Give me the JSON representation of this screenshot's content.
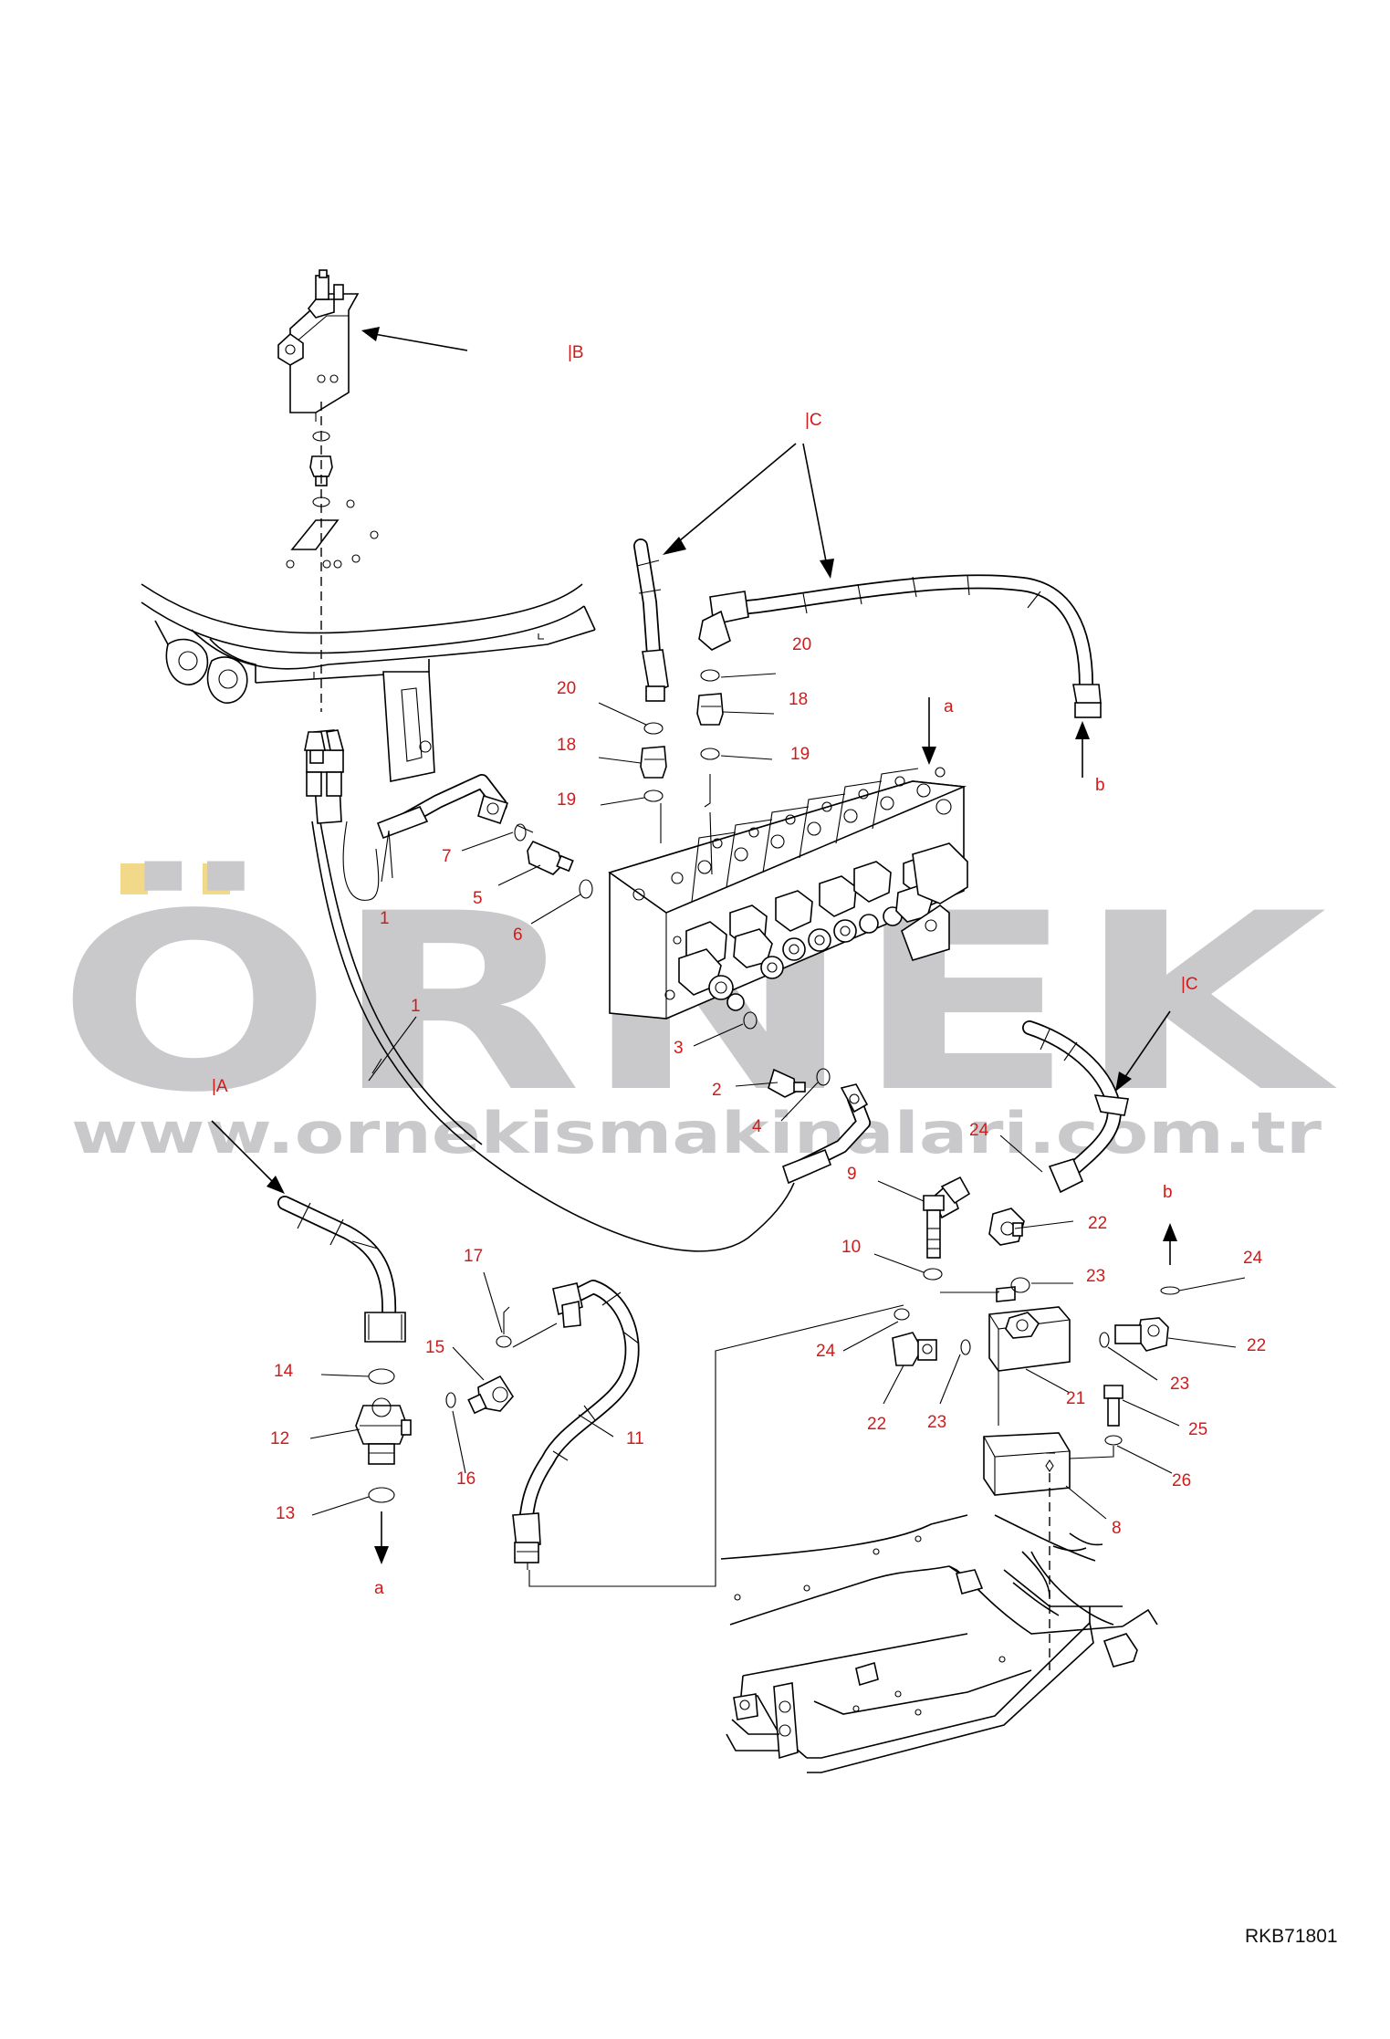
{
  "diagram": {
    "drawing_code": "RKB71801",
    "watermark": {
      "brand": "ÖRNEK",
      "url": "www.ornekismakinalari.com.tr",
      "color": "#c9c9cc",
      "umlaut_color": "#f2d98a"
    },
    "label_color": "#d11a1a",
    "reference_labels": [
      "|B",
      "|C",
      "|C",
      "|A",
      "a",
      "a",
      "b",
      "b"
    ],
    "part_labels": [
      "1",
      "1",
      "2",
      "3",
      "4",
      "5",
      "6",
      "7",
      "8",
      "9",
      "10",
      "11",
      "12",
      "13",
      "14",
      "15",
      "16",
      "17",
      "18",
      "18",
      "19",
      "19",
      "20",
      "20",
      "21",
      "22",
      "22",
      "22",
      "23",
      "23",
      "23",
      "24",
      "24",
      "24",
      "25",
      "26"
    ]
  }
}
